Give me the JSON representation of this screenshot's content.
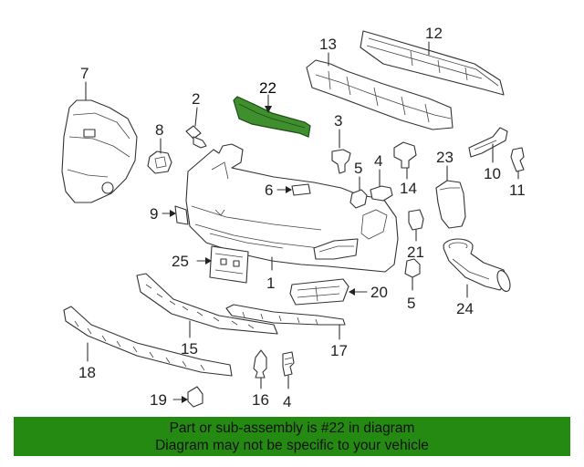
{
  "diagram": {
    "highlighted_part": "22",
    "highlight_color": "#3f8f2f",
    "callouts": [
      {
        "id": "c1",
        "label": "1"
      },
      {
        "id": "c2",
        "label": "2"
      },
      {
        "id": "c3",
        "label": "3"
      },
      {
        "id": "c4a",
        "label": "4"
      },
      {
        "id": "c4b",
        "label": "4"
      },
      {
        "id": "c5a",
        "label": "5"
      },
      {
        "id": "c5b",
        "label": "5"
      },
      {
        "id": "c6",
        "label": "6"
      },
      {
        "id": "c7",
        "label": "7"
      },
      {
        "id": "c8",
        "label": "8"
      },
      {
        "id": "c9",
        "label": "9"
      },
      {
        "id": "c10",
        "label": "10"
      },
      {
        "id": "c11",
        "label": "11"
      },
      {
        "id": "c12",
        "label": "12"
      },
      {
        "id": "c13",
        "label": "13"
      },
      {
        "id": "c14",
        "label": "14"
      },
      {
        "id": "c15",
        "label": "15"
      },
      {
        "id": "c16",
        "label": "16"
      },
      {
        "id": "c17",
        "label": "17"
      },
      {
        "id": "c18",
        "label": "18"
      },
      {
        "id": "c19",
        "label": "19"
      },
      {
        "id": "c20",
        "label": "20"
      },
      {
        "id": "c21",
        "label": "21"
      },
      {
        "id": "c22",
        "label": "22"
      },
      {
        "id": "c23",
        "label": "23"
      },
      {
        "id": "c24",
        "label": "24"
      },
      {
        "id": "c25",
        "label": "25"
      }
    ]
  },
  "banner": {
    "color": "#248a12",
    "line1": "Part or sub-assembly is #22 in diagram",
    "line2": "Diagram may not be specific to your vehicle"
  }
}
